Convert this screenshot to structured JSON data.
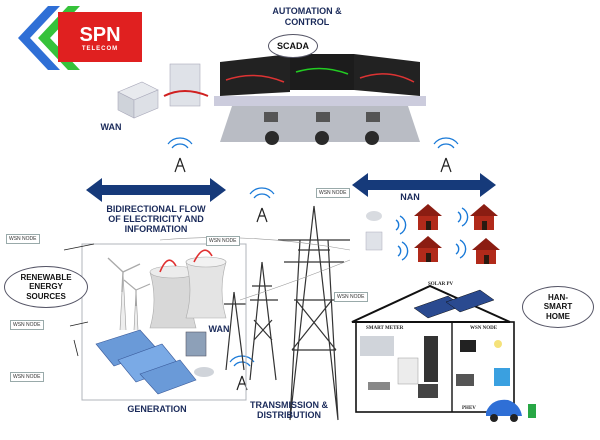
{
  "logo": {
    "brand": "SPN",
    "sub": "TELECOM",
    "brand_color": "#e02020",
    "chevron_blue": "#2f6fd6",
    "chevron_green": "#36c23a"
  },
  "labels": {
    "automation": "AUTOMATION &",
    "control": "CONTROL",
    "scada": "SCADA",
    "wan_top": "WAN",
    "wan_bottom": "WAN",
    "nan": "NAN",
    "bidir_line1": "BIDIRECTIONAL FLOW",
    "bidir_line2": "OF ELECTRICITY AND",
    "bidir_line3": "INFORMATION",
    "renew_line1": "RENEWABLE",
    "renew_line2": "ENERGY",
    "renew_line3": "SOURCES",
    "generation": "GENERATION",
    "trans_line1": "TRANSMISSION &",
    "trans_line2": "DISTRIBUTION",
    "han_line1": "HAN-",
    "han_line2": "SMART",
    "han_line3": "HOME",
    "solar_pv": "SOLAR PV",
    "smart_meter": "SMART METER",
    "wsn_node_home": "WSN NODE",
    "phev": "PHEV"
  },
  "wsn_nodes": [
    "WSN NODE",
    "WSN NODE",
    "WSN NODE",
    "WSN NODE",
    "WSN NODE",
    "WSN NODE"
  ],
  "colors": {
    "arrow": "#163a7a",
    "text": "#1a2a5a",
    "tower": "#333333",
    "roof": "#8b1d12"
  }
}
